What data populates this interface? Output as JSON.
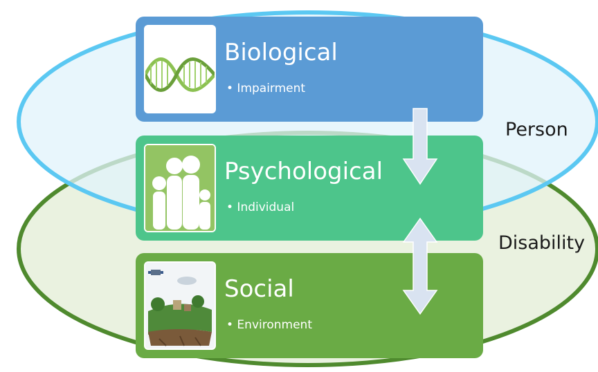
{
  "diagram": {
    "levels": [
      {
        "title": "Biological",
        "bullet": "• Impairment",
        "color": "#5b9bd5",
        "icon": "dna-helix-icon"
      },
      {
        "title": "Psychological",
        "bullet": "• Individual",
        "color": "#4dc58b",
        "icon": "family-silhouette-icon"
      },
      {
        "title": "Social",
        "bullet": "• Environment",
        "color": "#6aab45",
        "icon": "environment-scene-icon"
      }
    ],
    "ellipses": {
      "person": {
        "label": "Person",
        "stroke": "#5bc8f2",
        "fill": "#e0f3fb"
      },
      "disability": {
        "label": "Disability",
        "stroke": "#4f8a2e",
        "fill": "#eaf2e0"
      }
    },
    "arrow_color": "#d9e3f1"
  }
}
